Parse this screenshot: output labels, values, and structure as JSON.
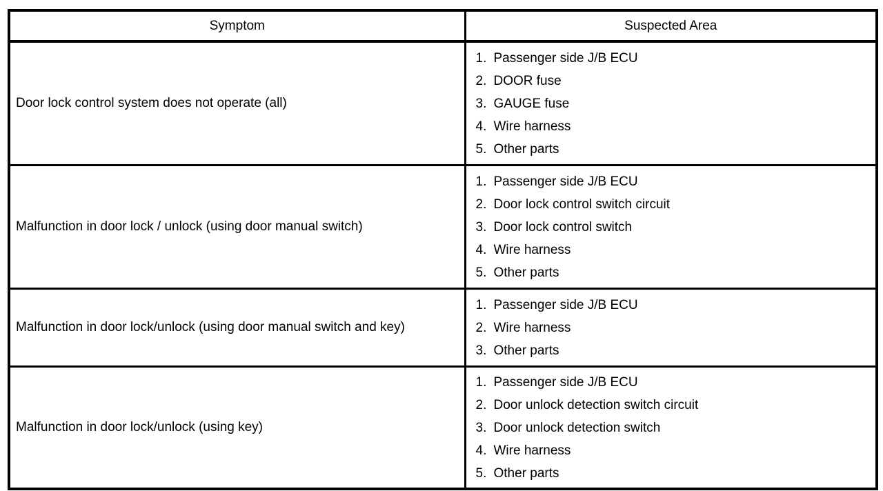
{
  "table": {
    "headers": {
      "symptom": "Symptom",
      "suspected_area": "Suspected Area"
    },
    "rows": [
      {
        "symptom": "Door lock control system does not operate (all)",
        "suspected_areas": [
          "Passenger side J/B ECU",
          "DOOR fuse",
          "GAUGE fuse",
          "Wire harness",
          "Other parts"
        ]
      },
      {
        "symptom": "Malfunction in door lock / unlock (using door manual switch)",
        "suspected_areas": [
          "Passenger side J/B ECU",
          "Door lock control switch circuit",
          "Door lock control switch",
          "Wire harness",
          "Other parts"
        ]
      },
      {
        "symptom": "Malfunction in door lock/unlock (using door manual switch and key)",
        "suspected_areas": [
          "Passenger side J/B ECU",
          "Wire harness",
          "Other parts"
        ]
      },
      {
        "symptom": "Malfunction in door lock/unlock (using key)",
        "suspected_areas": [
          "Passenger side J/B ECU",
          "Door unlock detection switch circuit",
          "Door unlock detection switch",
          "Wire harness",
          "Other parts"
        ]
      }
    ],
    "colors": {
      "border": "#000000",
      "text": "#000000",
      "background": "#ffffff"
    }
  }
}
